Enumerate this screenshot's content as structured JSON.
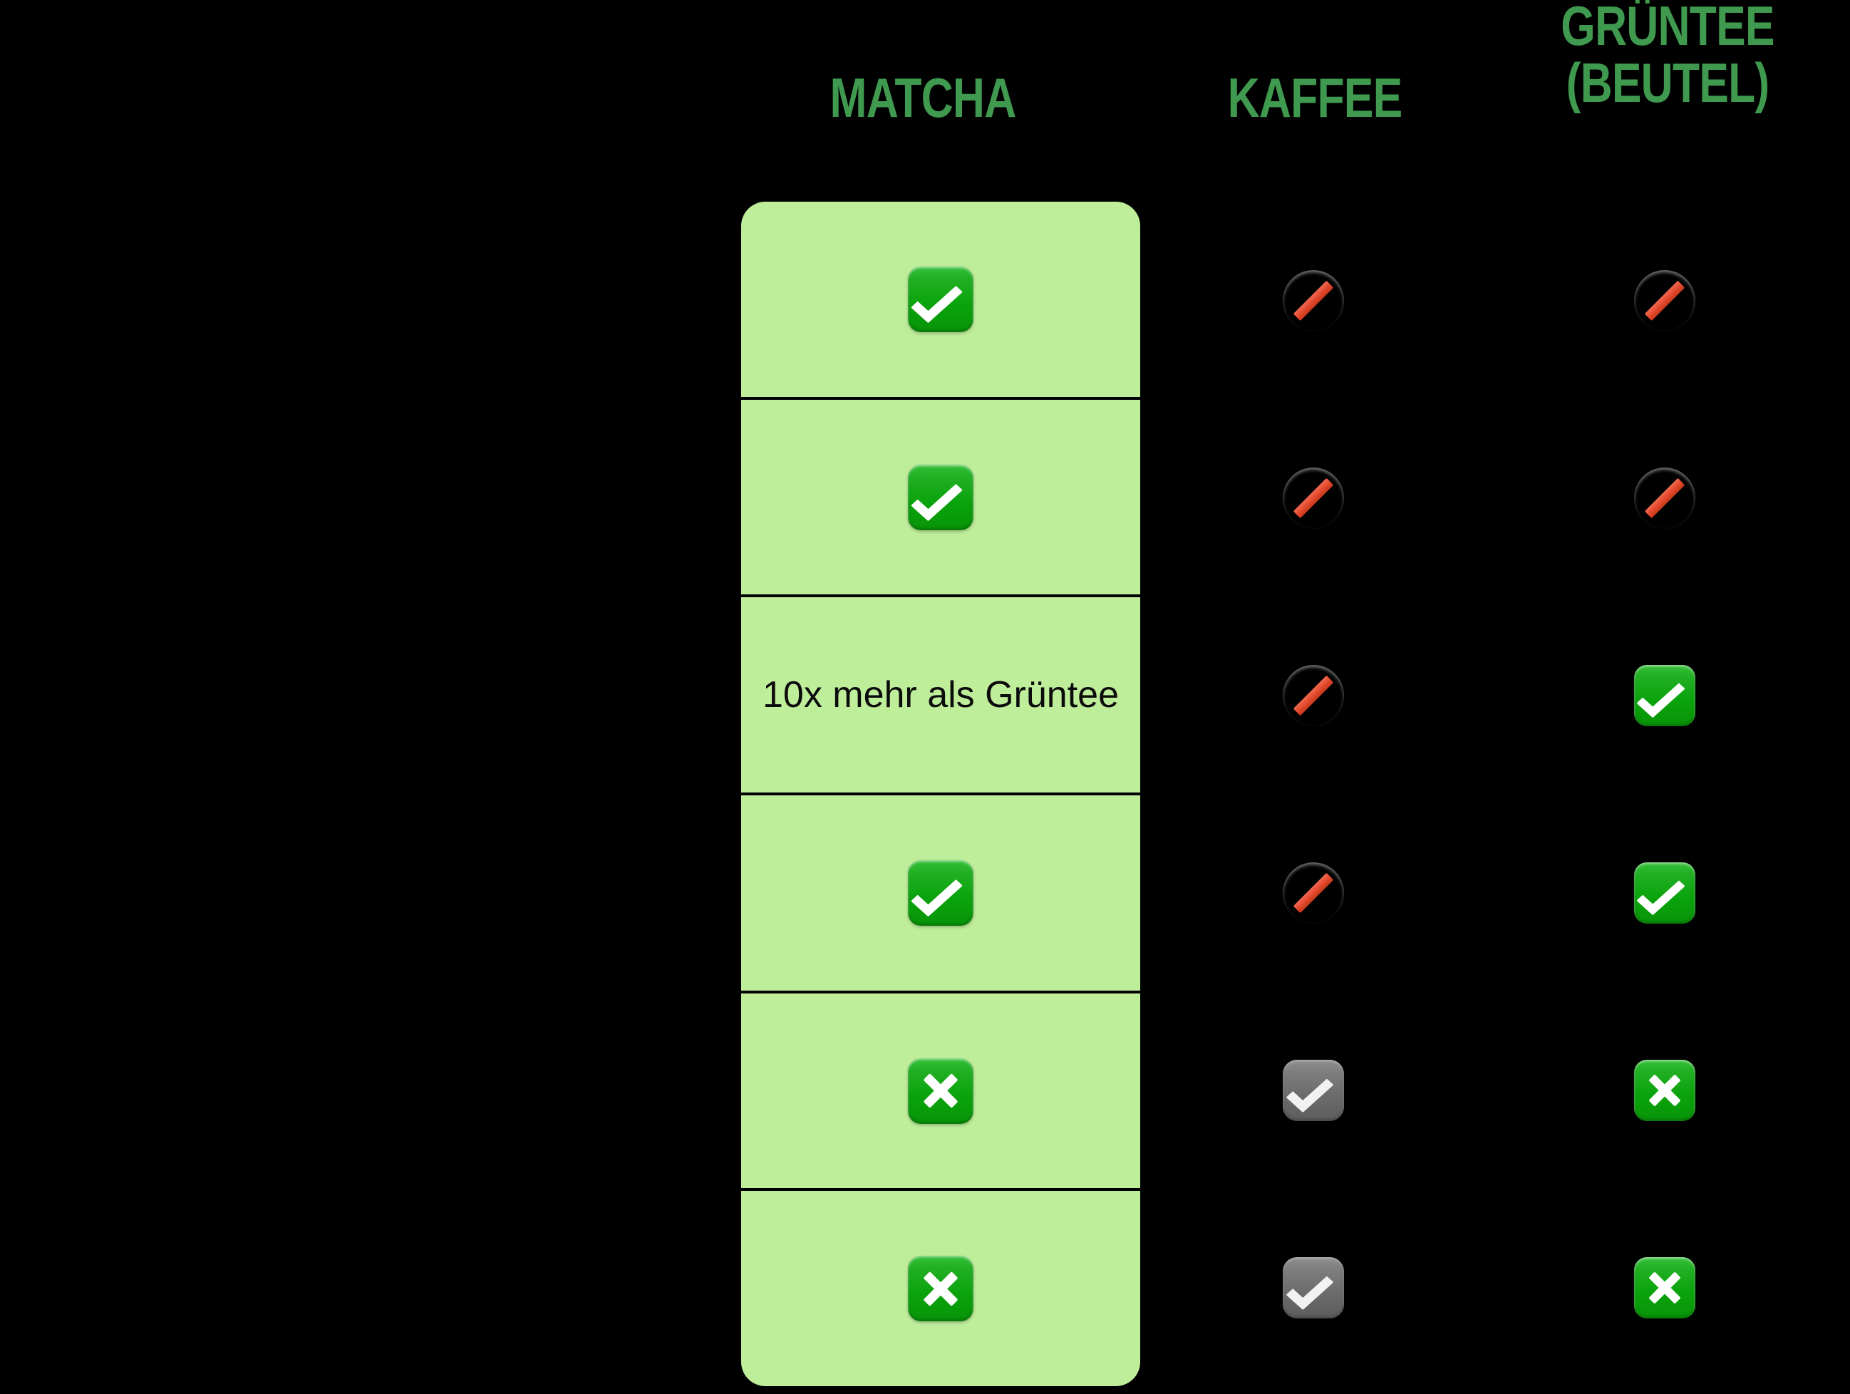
{
  "background_color": "#000000",
  "accent_color": "#3f9a4f",
  "card_color": "#bfee9b",
  "headers": {
    "matcha": "MATCHA",
    "kaffee": "KAFFEE",
    "gruentee_line1": "GRÜNTEE",
    "gruentee_line2": "(BEUTEL)"
  },
  "columns": [
    "MATCHA",
    "KAFFEE",
    "GRÜNTEE (BEUTEL)"
  ],
  "rows": [
    {
      "label": "",
      "matcha": {
        "icon": "check-mark-button-icon",
        "text": ""
      },
      "kaffee": {
        "icon": "prohibited-icon",
        "text": ""
      },
      "gruentee": {
        "icon": "prohibited-icon",
        "text": ""
      }
    },
    {
      "label": "",
      "matcha": {
        "icon": "check-mark-button-icon",
        "text": ""
      },
      "kaffee": {
        "icon": "prohibited-icon",
        "text": ""
      },
      "gruentee": {
        "icon": "prohibited-icon",
        "text": ""
      }
    },
    {
      "label": "",
      "matcha": {
        "icon": "",
        "text": "10x mehr als Grüntee"
      },
      "kaffee": {
        "icon": "prohibited-icon",
        "text": ""
      },
      "gruentee": {
        "icon": "check-mark-button-icon",
        "text": ""
      }
    },
    {
      "label": "",
      "matcha": {
        "icon": "check-mark-button-icon",
        "text": ""
      },
      "kaffee": {
        "icon": "prohibited-icon",
        "text": ""
      },
      "gruentee": {
        "icon": "check-mark-button-icon",
        "text": ""
      }
    },
    {
      "label": "",
      "matcha": {
        "icon": "cross-mark-button-icon",
        "text": ""
      },
      "kaffee": {
        "icon": "gray-check-box-icon",
        "text": ""
      },
      "gruentee": {
        "icon": "cross-mark-button-icon",
        "text": ""
      }
    },
    {
      "label": "",
      "matcha": {
        "icon": "cross-mark-button-icon",
        "text": ""
      },
      "kaffee": {
        "icon": "gray-check-box-icon",
        "text": ""
      },
      "gruentee": {
        "icon": "cross-mark-button-icon",
        "text": ""
      }
    }
  ]
}
